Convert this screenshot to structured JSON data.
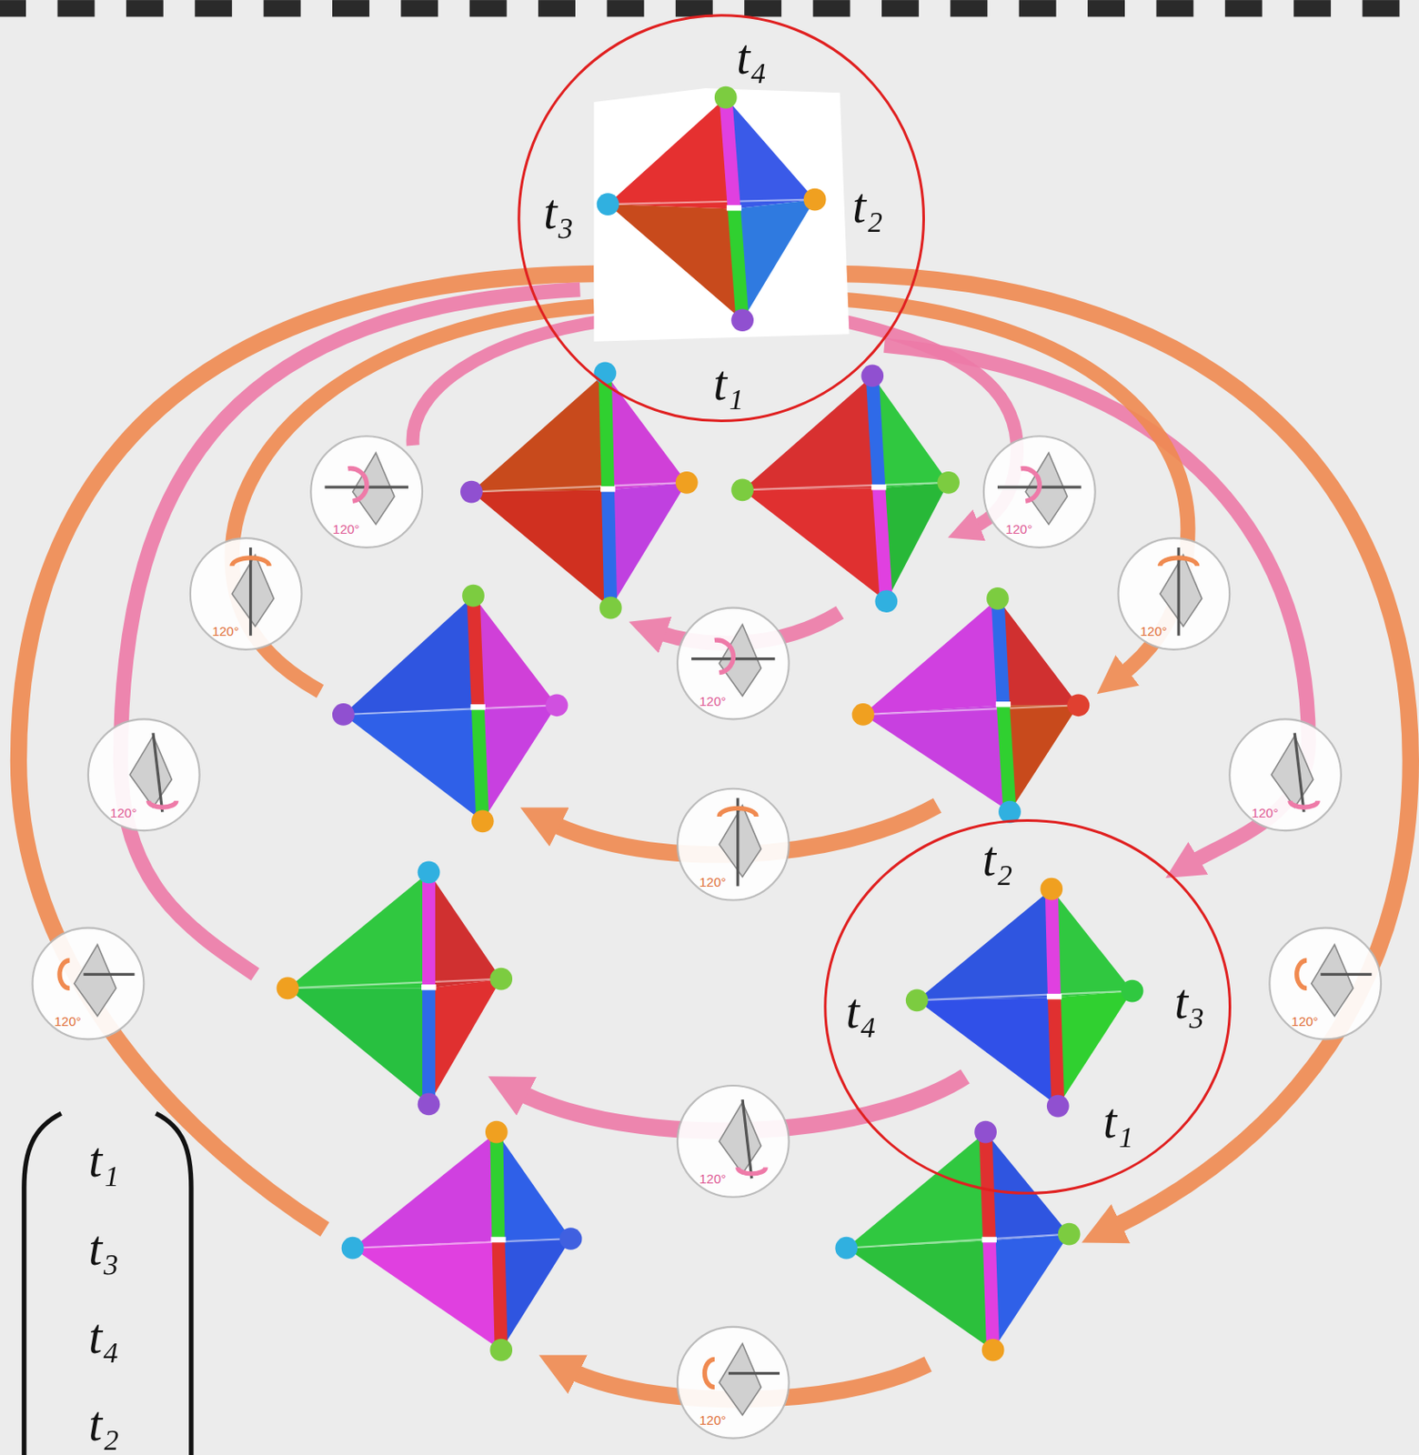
{
  "diagram": {
    "nodes": [
      {
        "text": [
          "t₄",
          "t₃",
          "t₂",
          "t₁"
        ]
      },
      {
        "text": [
          "t₂",
          "t₄",
          "t₃",
          "t₁"
        ]
      }
    ],
    "edges": [
      {
        "from": 0,
        "to": 1,
        "arrow": "to"
      }
    ],
    "labels": [
      "120°",
      "120°",
      "120°",
      "120°",
      "120°",
      "120°",
      "120°",
      "120°",
      "120°",
      "120°",
      "120°",
      "120°",
      "t₁",
      "t₃",
      "t₄",
      "t₂"
    ]
  }
}
